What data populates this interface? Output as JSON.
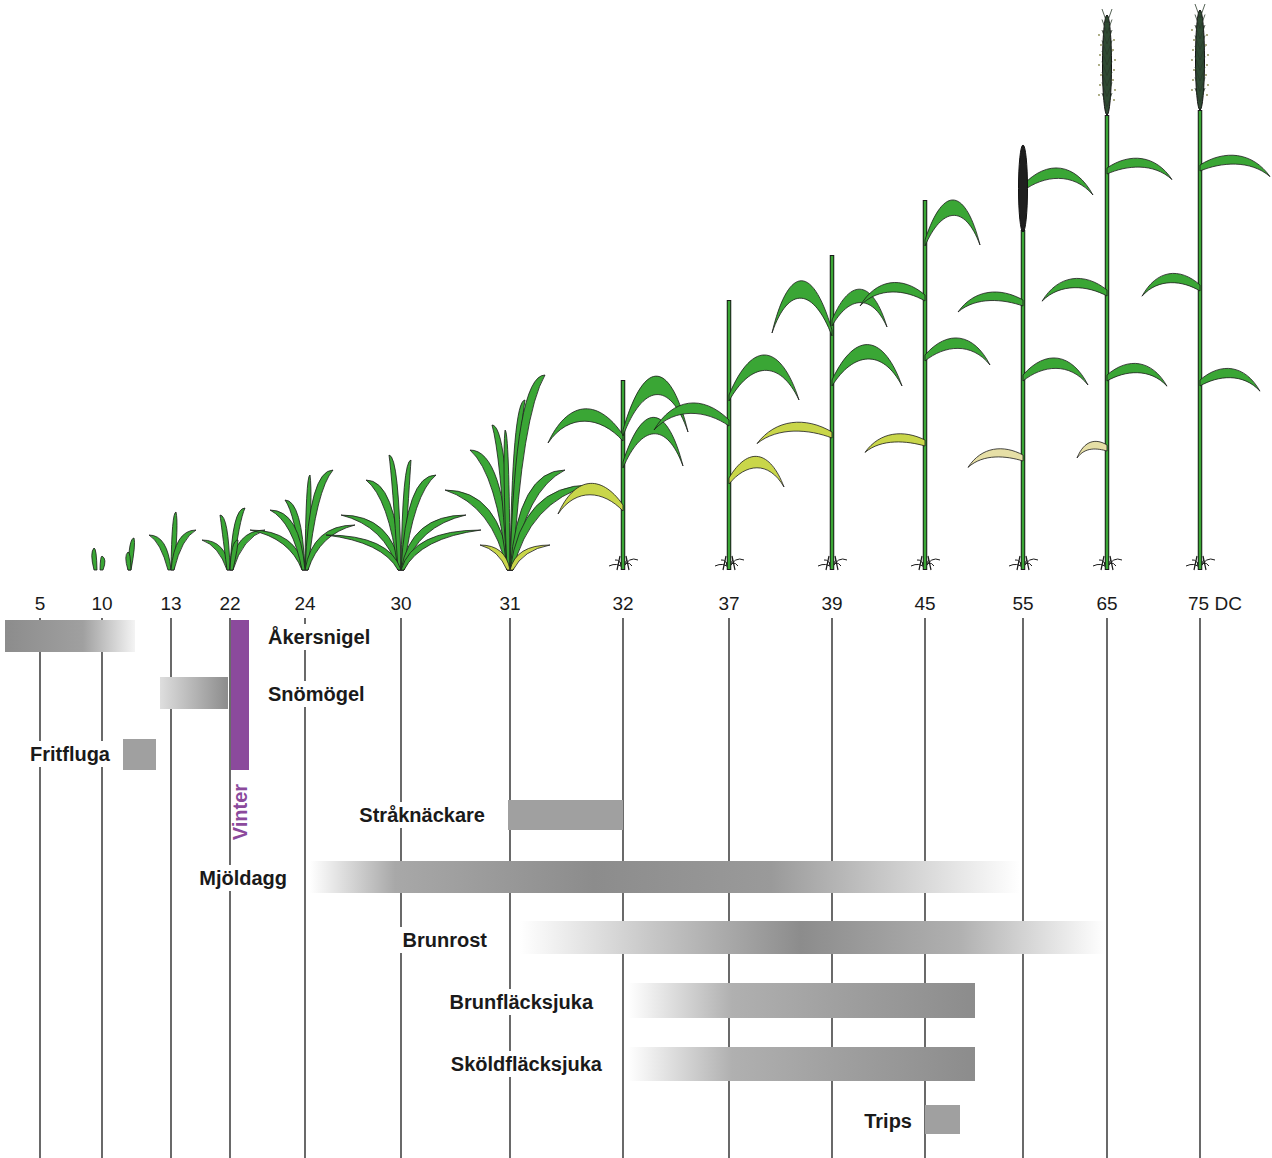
{
  "diagram": {
    "nodes": [
      {
        "text": [
          "Åkersnigel"
        ]
      },
      {
        "text": [
          "Snömögel"
        ]
      },
      {
        "text": [
          "Fritfluga"
        ]
      },
      {
        "text": [
          "Vinter"
        ]
      },
      {
        "text": [
          "Stråknäckare"
        ]
      },
      {
        "text": [
          "Mjöldagg"
        ]
      },
      {
        "text": [
          "Brunrost"
        ]
      },
      {
        "text": [
          "Brunfläcksjuka"
        ]
      },
      {
        "text": [
          "Sköldfläcksjuka"
        ]
      },
      {
        "text": [
          "Trips"
        ]
      }
    ],
    "labels": [
      "5",
      "10",
      "13",
      "22",
      "24",
      "30",
      "31",
      "32",
      "37",
      "39",
      "45",
      "55",
      "65",
      "75 DC"
    ]
  }
}
